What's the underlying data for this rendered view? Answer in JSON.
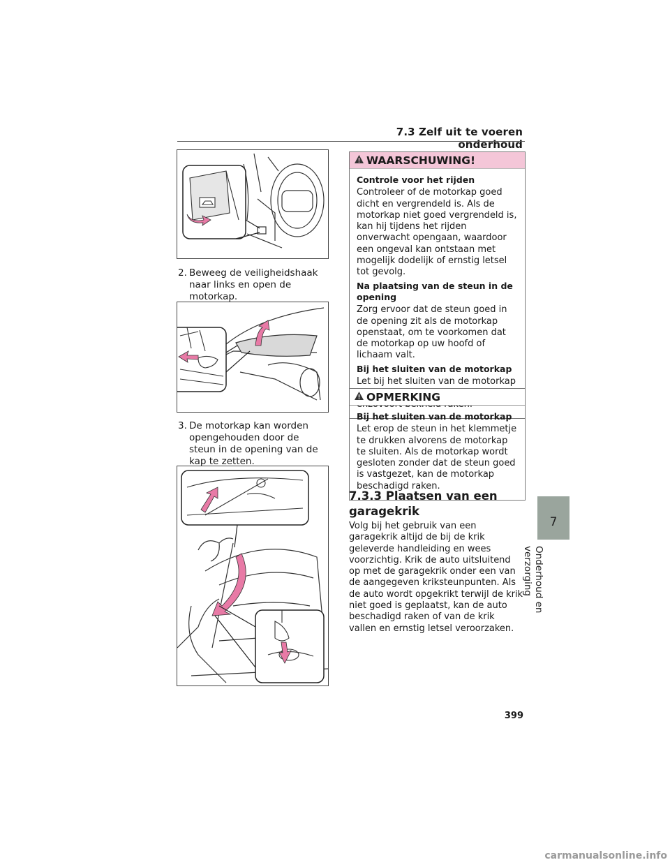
{
  "header": {
    "section": "7.3  Zelf uit te voeren onderhoud"
  },
  "steps": [
    {
      "num": "2.",
      "text": "Beweeg de veiligheidshaak naar links en open de motorkap."
    },
    {
      "num": "3.",
      "text": "De motorkap kan worden opengehouden door de steun in de opening van de kap te zetten."
    }
  ],
  "warning": {
    "title": "WAARSCHUWING!",
    "sections": [
      {
        "heading": "Controle voor het rijden",
        "text": "Controleer of de motorkap goed dicht en vergrendeld is. Als de motorkap niet goed vergrendeld is, kan hij tijdens het rijden onverwacht opengaan, waardoor een ongeval kan ontstaan met mogelijk dodelijk of ernstig letsel tot gevolg."
      },
      {
        "heading": "Na plaatsing van de steun in de opening",
        "text": "Zorg ervoor dat de steun goed in de opening zit als de motorkap openstaat, om te voorkomen dat de motorkap op uw hoofd of lichaam valt."
      },
      {
        "heading": "Bij het sluiten van de motorkap",
        "text": "Let bij het sluiten van de motorkap goed op dat er geen vingers enzovoort bekneld raken."
      }
    ]
  },
  "note": {
    "title": "OPMERKING",
    "sections": [
      {
        "heading": "Bij het sluiten van de motorkap",
        "text": "Let erop de steun in het klemmetje te drukken alvorens de motorkap te sluiten. Als de motorkap wordt gesloten zonder dat de steun goed is vastgezet, kan de motorkap beschadigd raken."
      }
    ]
  },
  "subsection": {
    "title": "7.3.3  Plaatsen van een garagekrik"
  },
  "body": {
    "text": "Volg bij het gebruik van een garagekrik altijd de bij de krik geleverde handleiding en wees voorzichtig. Krik de auto uitsluitend op met de garagekrik onder een van de aangegeven kriksteunpunten. Als de auto wordt opgekrikt terwijl de krik niet goed is geplaatst, kan de auto beschadigd raken of van de krik vallen en ernstig letsel veroorzaken."
  },
  "side_tab": {
    "number": "7",
    "label": "Onderhoud en verzorging"
  },
  "page": {
    "number": "399"
  },
  "watermark": {
    "text": "carmanualsonline.info"
  },
  "colors": {
    "warning_header": "#f4c6d8",
    "arrow_pink": "#e87aa6",
    "side_tab": "#9aa59d"
  },
  "icons": {
    "warning": "warning-triangle-icon"
  }
}
